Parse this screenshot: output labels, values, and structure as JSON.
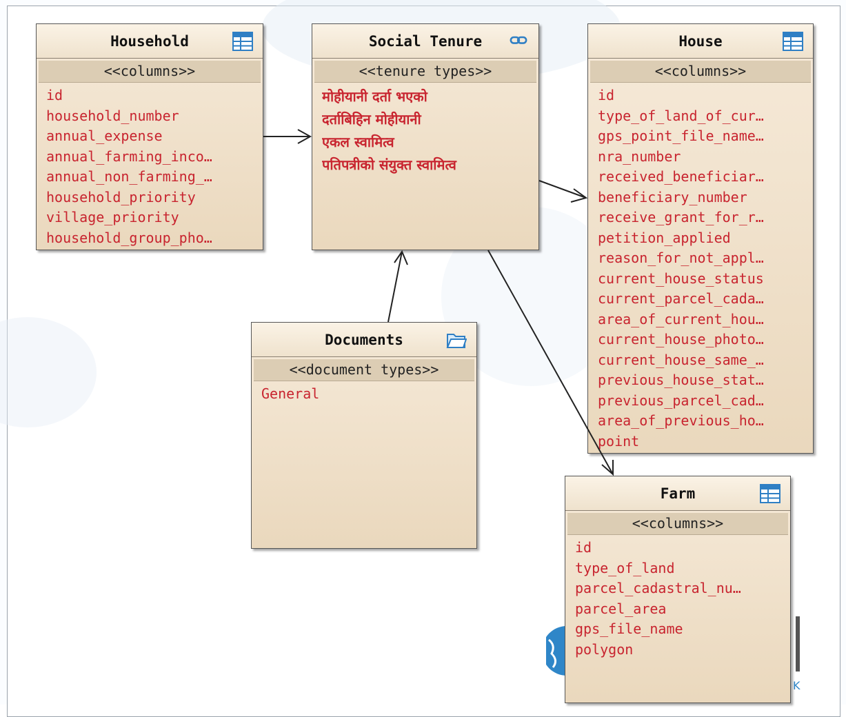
{
  "nodes": {
    "household": {
      "title": "Household",
      "icon": "table-icon",
      "section": "<<columns>>",
      "items": [
        "id",
        "household_number",
        "annual_expense",
        "annual_farming_inco…",
        "annual_non_farming_…",
        "household_priority",
        "village_priority",
        "household_group_pho…"
      ]
    },
    "social_tenure": {
      "title": "Social Tenure",
      "icon": "link-icon",
      "section": "<<tenure types>>",
      "items": [
        "मोहीयानी दर्ता भएको",
        "दर्ताबिहिन मोहीयानी",
        "एकल स्वामित्व",
        "पतिपत्रीको संयुक्त स्वामित्व"
      ]
    },
    "house": {
      "title": "House",
      "icon": "table-icon",
      "section": "<<columns>>",
      "items": [
        "id",
        "type_of_land_of_cur…",
        "gps_point_file_name…",
        "nra_number",
        "received_beneficiar…",
        "beneficiary_number",
        "receive_grant_for_r…",
        "petition_applied",
        "reason_for_not_appl…",
        "current_house_status",
        "current_parcel_cada…",
        "area_of_current_hou…",
        "current_house_photo…",
        "current_house_same_…",
        "previous_house_stat…",
        "previous_parcel_cad…",
        "area_of_previous_ho…",
        "point"
      ]
    },
    "documents": {
      "title": "Documents",
      "icon": "folder-icon",
      "section": "<<document types>>",
      "items": [
        "General"
      ]
    },
    "farm": {
      "title": "Farm",
      "icon": "table-icon",
      "section": "<<columns>>",
      "items": [
        "id",
        "type_of_land",
        "parcel_cadastral_nu…",
        "parcel_area",
        "gps_file_name",
        "polygon"
      ]
    }
  },
  "colors": {
    "item_text": "#c8242f",
    "node_fill": "#f1e2cc",
    "section_fill": "#dccdb4",
    "icon_blue": "#2f7fc4"
  }
}
